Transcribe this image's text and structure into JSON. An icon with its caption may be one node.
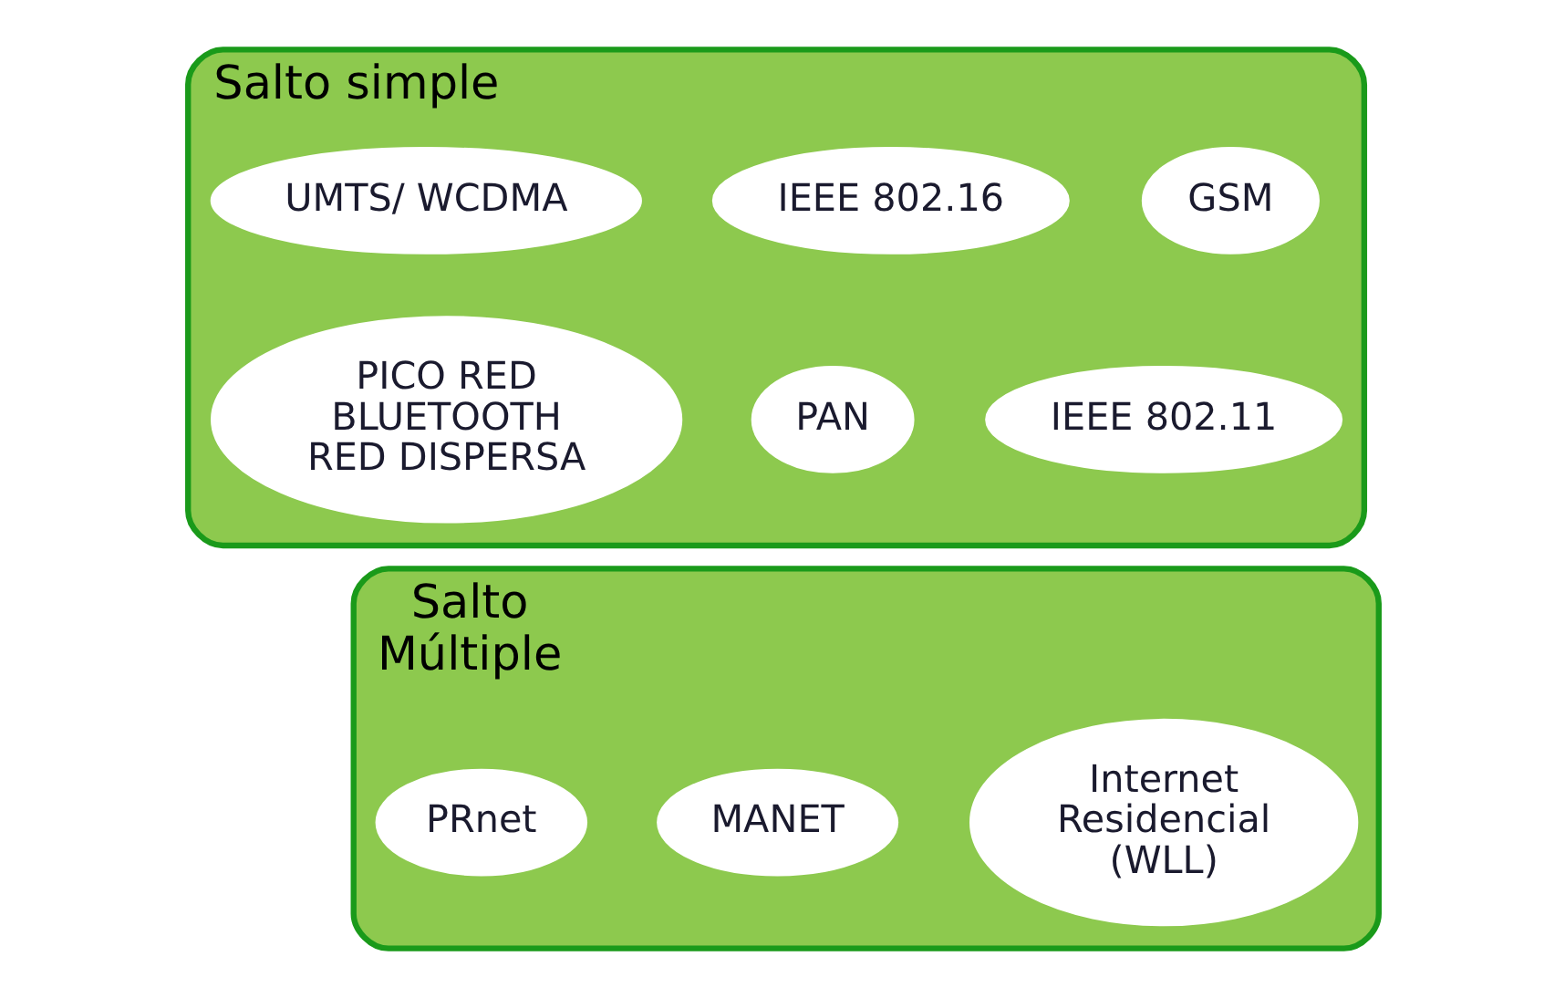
{
  "diagram": {
    "nodes": [
      {
        "text": [
          "Salto simple"
        ]
      },
      {
        "text": [
          "GSM"
        ],
        "in": 0
      },
      {
        "text": [
          "IEEE 802.16"
        ],
        "in": 0
      },
      {
        "text": [
          "UMTS/ WCDMA"
        ],
        "in": 0
      },
      {
        "text": [
          "IEEE 802.11"
        ],
        "in": 0
      },
      {
        "text": [
          "PAN"
        ],
        "in": 0
      },
      {
        "text": [
          "PICO RED BLUETOOTH RED DISPERSA"
        ],
        "in": 0
      },
      {
        "text": [
          "Salto Múltiple"
        ]
      },
      {
        "text": [
          "Internet Residencial (WLL)"
        ],
        "in": 7
      },
      {
        "text": [
          "MANET"
        ],
        "in": 7
      },
      {
        "text": [
          "PRnet"
        ],
        "in": 7
      }
    ],
    "edges": []
  }
}
